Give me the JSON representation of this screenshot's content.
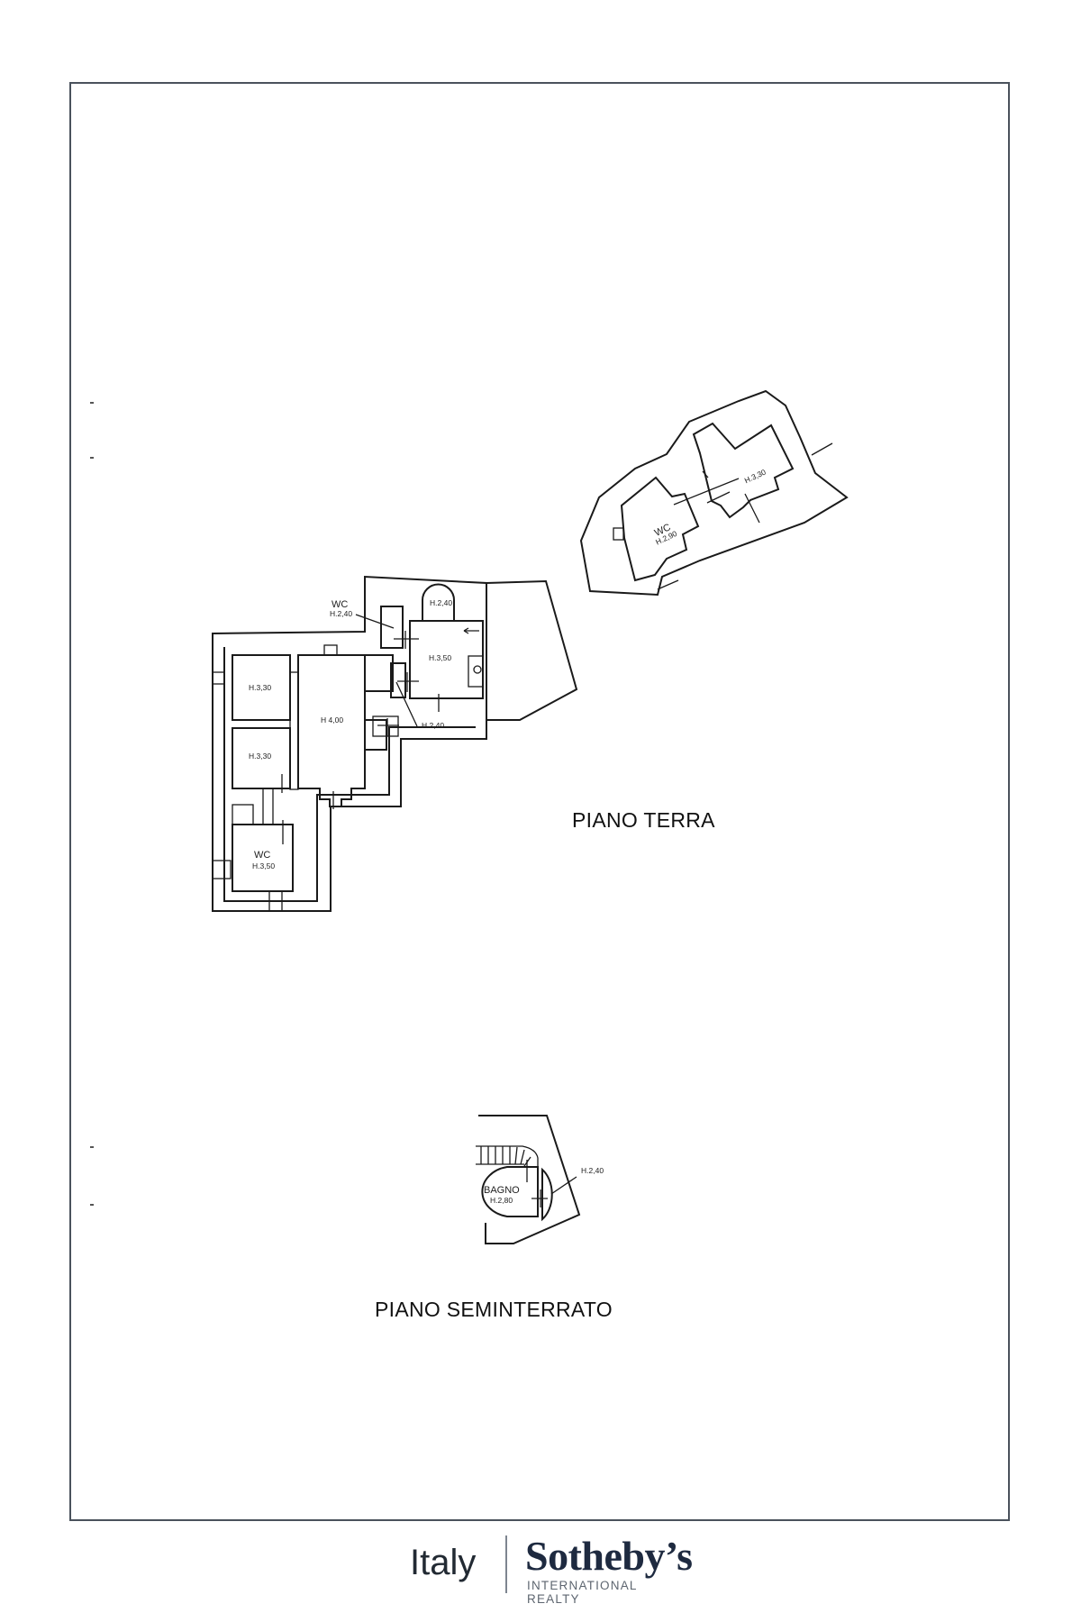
{
  "document": {
    "type": "floor-plan",
    "frame_color": "#4a525c"
  },
  "floors": {
    "ground": {
      "title": "PIANO TERRA",
      "rooms": [
        {
          "name": "",
          "height": "H.3,30"
        },
        {
          "name": "",
          "height": "H.3,30"
        },
        {
          "name": "",
          "height": "H 4,00"
        },
        {
          "name": "WC",
          "height": "H.3,50"
        },
        {
          "name": "WC",
          "height": "H.2,40"
        },
        {
          "name": "",
          "height": "H.2,40"
        },
        {
          "name": "",
          "height": "H.3,50"
        },
        {
          "name": "",
          "height": "H.2,40"
        }
      ],
      "annex_rooms": [
        {
          "name": "WC",
          "height": "H.2,90"
        },
        {
          "name": "",
          "height": "H.3,30"
        }
      ]
    },
    "basement": {
      "title": "PIANO SEMINTERRATO",
      "rooms": [
        {
          "name": "BAGNO",
          "height": "H.2,80"
        },
        {
          "name": "",
          "height": "H.2,40"
        }
      ]
    }
  },
  "footer": {
    "logo_region": "Italy",
    "logo_brand": "Sotheby’s",
    "logo_subtitle": "INTERNATIONAL REALTY",
    "brand_color": "#1e2a40"
  }
}
